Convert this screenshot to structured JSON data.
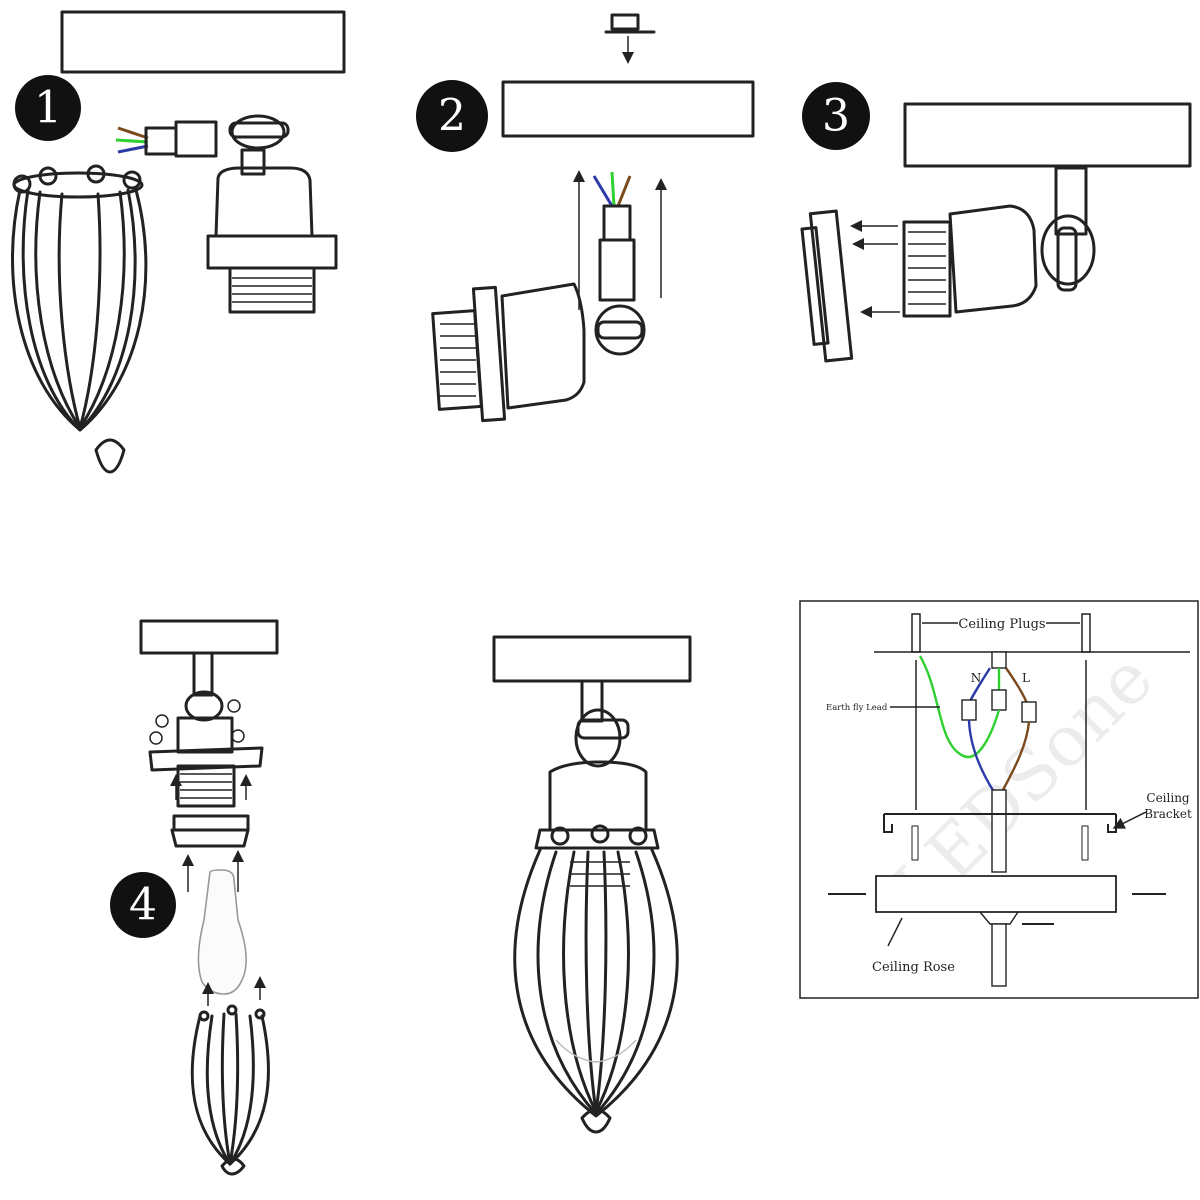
{
  "steps": {
    "one": "1",
    "two": "2",
    "three": "3",
    "four": "4"
  },
  "wiring_diagram": {
    "ceiling_plugs": "Ceiling Plugs",
    "earth_fly_lead": "Earth fly Lead",
    "neutral": "N",
    "live": "L",
    "ceiling_bracket_line1": "Ceiling",
    "ceiling_bracket_line2": "Bracket",
    "ceiling_rose": "Ceiling Rose",
    "watermark": "LEDSone"
  },
  "colors": {
    "neutral_wire": "#2b3aa8",
    "earth_wire": "#2fd02f",
    "live_wire": "#7a4a1c",
    "step_badge": "#111111"
  },
  "icons": [
    "cage-icon",
    "lamp-holder-icon",
    "arrow-icon",
    "bulb-icon",
    "screw-icon"
  ]
}
